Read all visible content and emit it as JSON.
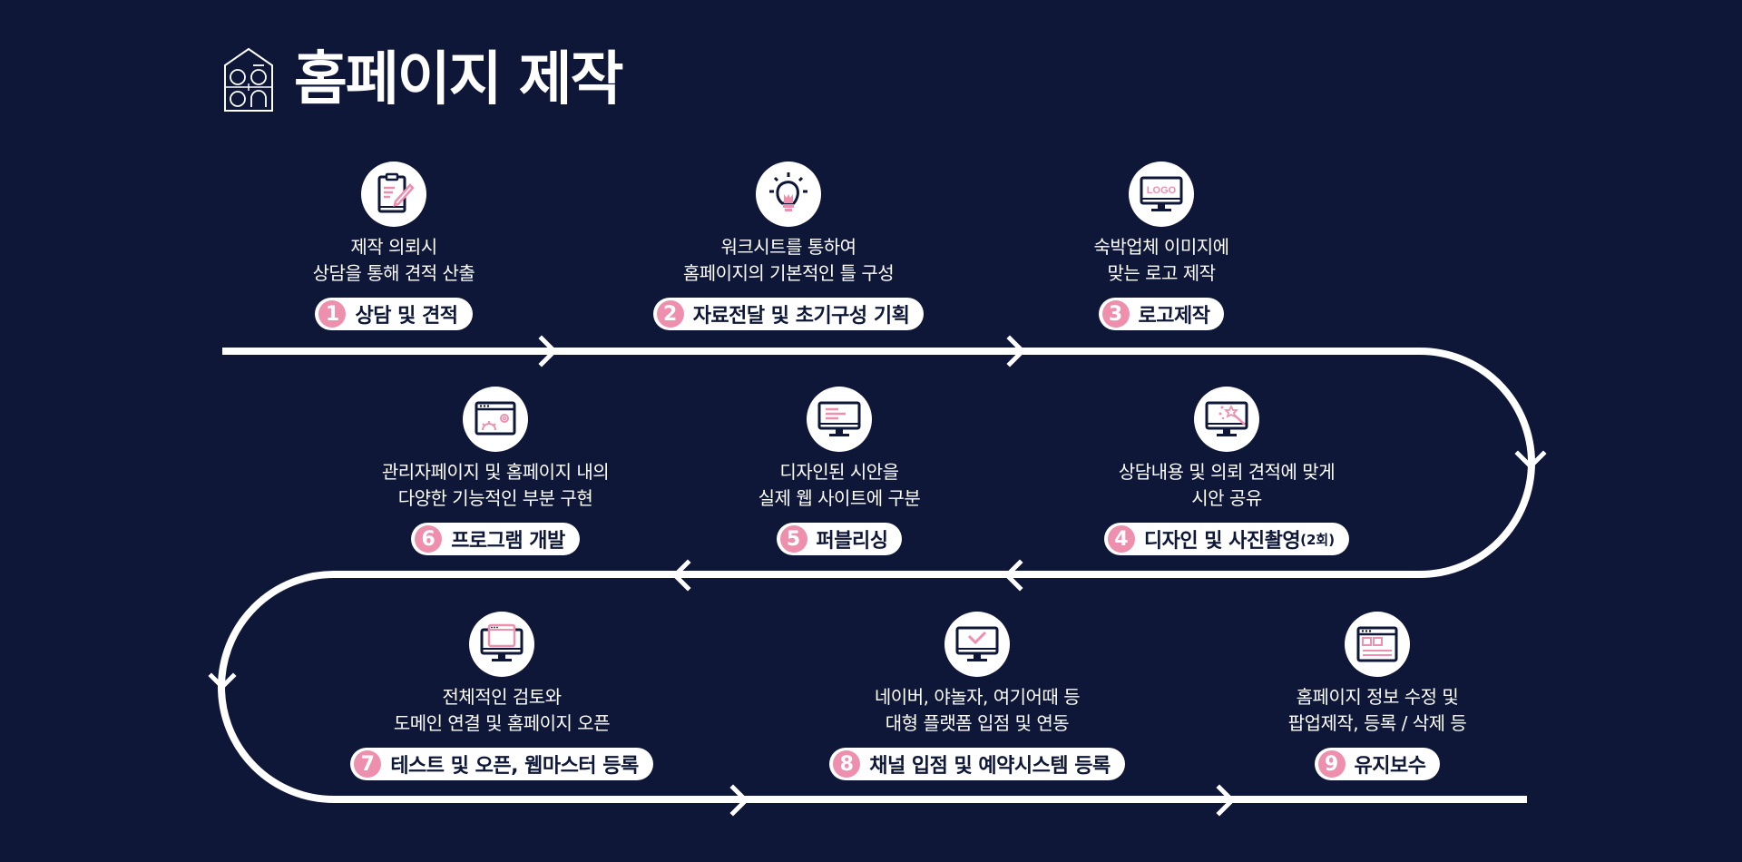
{
  "header": {
    "title": "홈페이지 제작",
    "logo_icon": "house-oo-on-logo"
  },
  "colors": {
    "background": "#0e1737",
    "accent": "#ee8fae",
    "path": "#ffffff",
    "badge_bg": "#ffffff",
    "badge_text": "#0e1737"
  },
  "steps": [
    {
      "num": "1",
      "label": "상담 및 견적",
      "suffix": "",
      "desc": [
        "제작 의뢰시",
        "상담을 통해 견적 산출"
      ],
      "icon": "clipboard-pencil-icon"
    },
    {
      "num": "2",
      "label": "자료전달 및 초기구성 기획",
      "suffix": "",
      "desc": [
        "워크시트를 통하여",
        "홈페이지의 기본적인 틀 구성"
      ],
      "icon": "lightbulb-icon"
    },
    {
      "num": "3",
      "label": "로고제작",
      "suffix": "",
      "desc": [
        "숙박업체 이미지에",
        "맞는 로고 제작"
      ],
      "icon": "monitor-logo-icon",
      "icon_text": "LOGO"
    },
    {
      "num": "4",
      "label": "디자인 및 사진촬영",
      "suffix": "(2회)",
      "desc": [
        "상담내용 및 의뢰 견적에 맞게",
        "시안 공유"
      ],
      "icon": "monitor-magic-wand-icon"
    },
    {
      "num": "5",
      "label": "퍼블리싱",
      "suffix": "",
      "desc": [
        "디자인된 시안을",
        "실제 웹 사이트에 구분"
      ],
      "icon": "monitor-text-lines-icon"
    },
    {
      "num": "6",
      "label": "프로그램 개발",
      "suffix": "",
      "desc": [
        "관리자페이지 및 홈페이지 내의",
        "다양한 기능적인 부분 구현"
      ],
      "icon": "browser-gears-icon"
    },
    {
      "num": "7",
      "label": "테스트 및 오픈, 웹마스터 등록",
      "suffix": "",
      "desc": [
        "전체적인 검토와",
        "도메인 연결 및 홈페이지 오픈"
      ],
      "icon": "monitor-browser-window-icon"
    },
    {
      "num": "8",
      "label": "채널 입점 및 예약시스템 등록",
      "suffix": "",
      "desc": [
        "네이버, 야놀자, 여기어때 등",
        "대형 플랫폼 입점 및 연동"
      ],
      "icon": "monitor-checkmark-icon"
    },
    {
      "num": "9",
      "label": "유지보수",
      "suffix": "",
      "desc": [
        "홈페이지 정보 수정 및",
        "팝업제작, 등록 / 삭제 등"
      ],
      "icon": "browser-layout-icon"
    }
  ]
}
